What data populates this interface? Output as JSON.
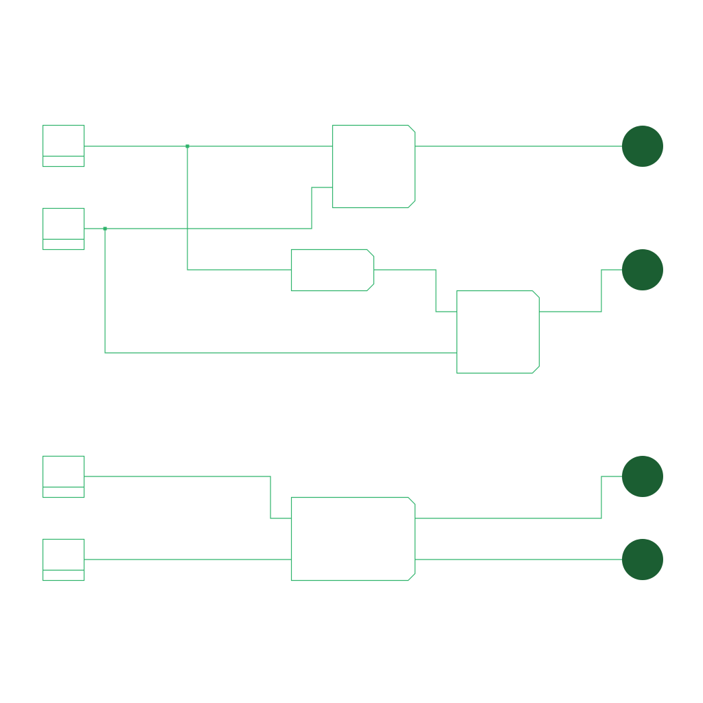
{
  "diagram": {
    "type": "logic-circuit",
    "colors": {
      "background": "#ffffff",
      "wire": "#2fb36b",
      "junction": "#2fb36b",
      "output_fill": "#1b5e32"
    },
    "inputs": [
      {
        "id": "in-1",
        "icon": "input-pin-icon"
      },
      {
        "id": "in-2",
        "icon": "input-pin-icon"
      },
      {
        "id": "in-3",
        "icon": "input-pin-icon"
      },
      {
        "id": "in-4",
        "icon": "input-pin-icon"
      }
    ],
    "gates": [
      {
        "id": "gate-a",
        "role": "logic-block",
        "inputs": 2,
        "outputs": 1
      },
      {
        "id": "gate-b",
        "role": "logic-block",
        "inputs": 1,
        "outputs": 1
      },
      {
        "id": "gate-c",
        "role": "logic-block",
        "inputs": 2,
        "outputs": 1
      },
      {
        "id": "gate-d",
        "role": "logic-block",
        "inputs": 2,
        "outputs": 2
      }
    ],
    "outputs": [
      {
        "id": "out-1",
        "icon": "output-led-icon"
      },
      {
        "id": "out-2",
        "icon": "output-led-icon"
      },
      {
        "id": "out-3",
        "icon": "output-led-icon"
      },
      {
        "id": "out-4",
        "icon": "output-led-icon"
      }
    ],
    "connections": [
      {
        "from": "in-1",
        "to": "gate-a"
      },
      {
        "from": "in-1",
        "to": "gate-b"
      },
      {
        "from": "in-2",
        "to": "gate-a"
      },
      {
        "from": "in-2",
        "to": "gate-c"
      },
      {
        "from": "gate-b",
        "to": "gate-c"
      },
      {
        "from": "gate-a",
        "to": "out-1"
      },
      {
        "from": "gate-c",
        "to": "out-2"
      },
      {
        "from": "in-3",
        "to": "gate-d"
      },
      {
        "from": "in-4",
        "to": "gate-d"
      },
      {
        "from": "gate-d",
        "to": "out-3"
      },
      {
        "from": "gate-d",
        "to": "out-4"
      }
    ]
  }
}
